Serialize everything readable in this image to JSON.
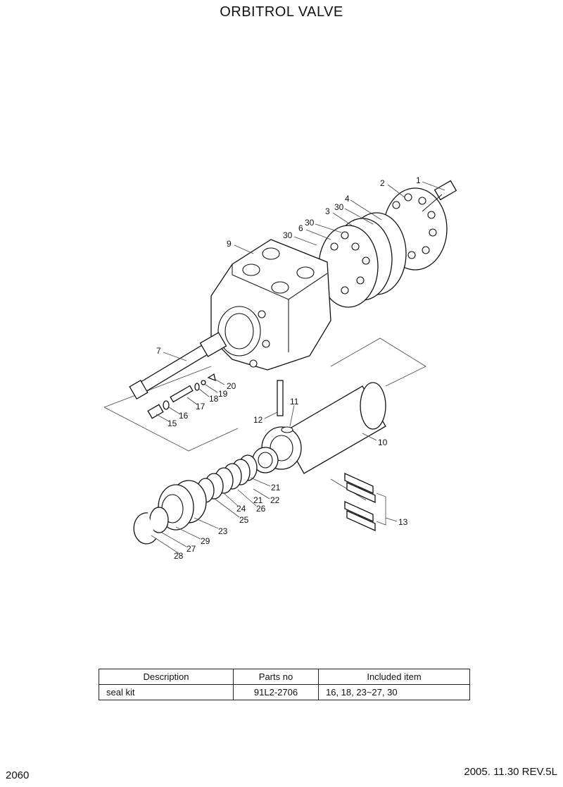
{
  "title": "ORBITROL VALVE",
  "callouts": [
    "1",
    "2",
    "3",
    "4",
    "30",
    "30",
    "30",
    "6",
    "9",
    "7",
    "20",
    "19",
    "18",
    "17",
    "16",
    "15",
    "12",
    "11",
    "10",
    "13",
    "21",
    "21",
    "22",
    "26",
    "24",
    "25",
    "23",
    "29",
    "27",
    "28"
  ],
  "table": {
    "headers": [
      "Description",
      "Parts no",
      "Included item"
    ],
    "rows": [
      {
        "description": "seal kit",
        "parts_no": "91L2-2706",
        "included": "16, 18, 23~27, 30"
      }
    ]
  },
  "footer": {
    "page_number": "2060",
    "revision": "2005. 11.30  REV.5L"
  }
}
